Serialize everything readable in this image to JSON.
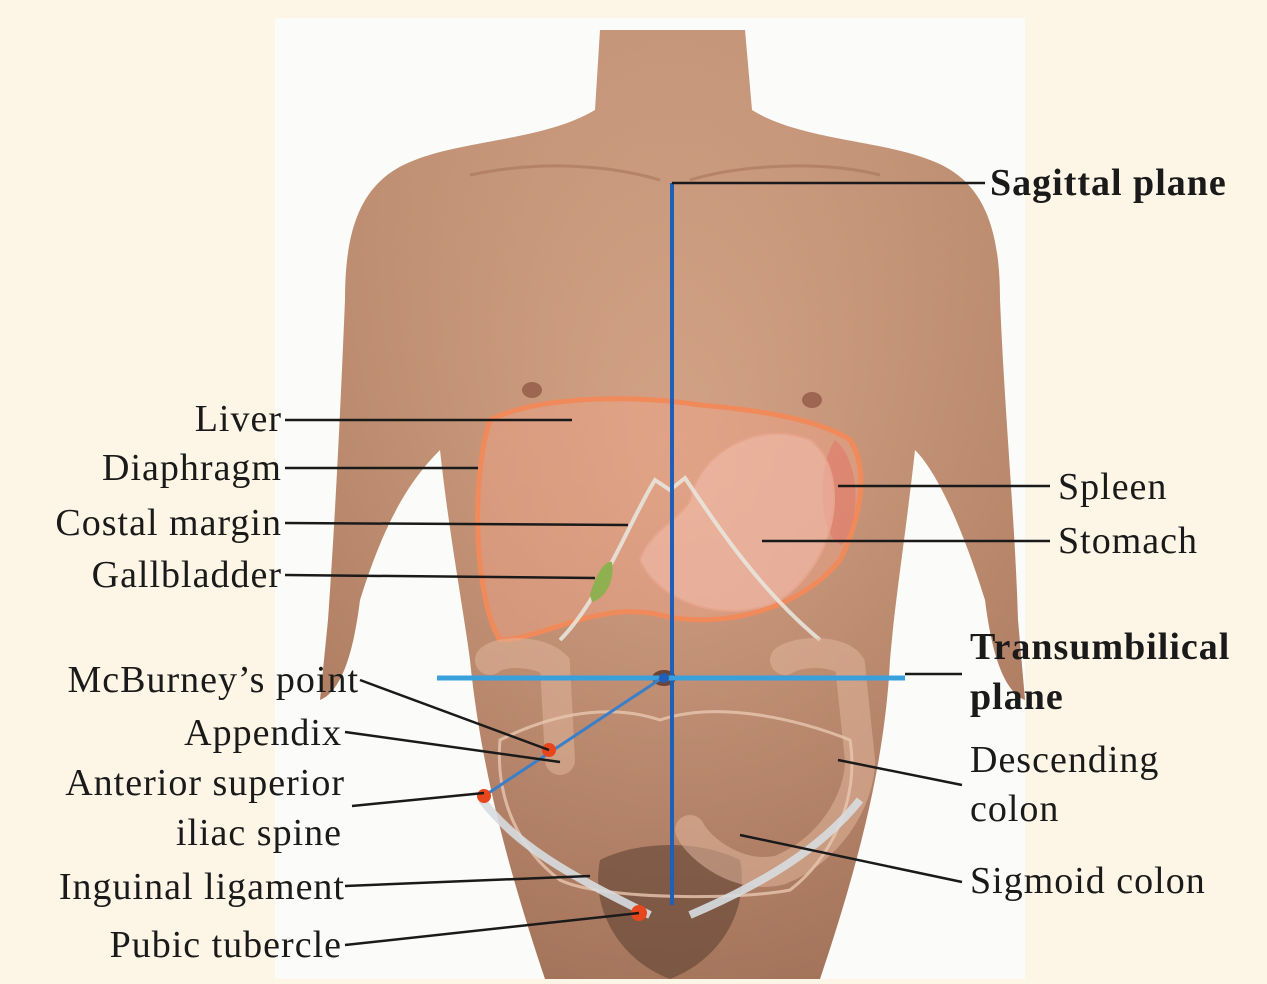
{
  "diagram": {
    "planes": {
      "sagittal": "Sagittal plane",
      "transumbilical_line1": "Transumbilical",
      "transumbilical_line2": "plane"
    },
    "left_labels": {
      "liver": "Liver",
      "diaphragm": "Diaphragm",
      "costal_margin": "Costal margin",
      "gallbladder": "Gallbladder",
      "mcburney": "McBurney’s point",
      "appendix": "Appendix",
      "asis_line1": "Anterior superior",
      "asis_line2": "iliac spine",
      "inguinal": "Inguinal ligament",
      "pubic": "Pubic tubercle"
    },
    "right_labels": {
      "spleen": "Spleen",
      "stomach": "Stomach",
      "descending_line1": "Descending",
      "descending_line2": "colon",
      "sigmoid": "Sigmoid colon"
    },
    "colors": {
      "background": "#fdf6e6",
      "skin": "#c99272",
      "plane_line": "#1f5fb8",
      "transumbilical_line": "#3aa0dc",
      "organ_outline": "#f08a5a",
      "landmark_dot": "#e8461c",
      "gallbladder": "#8fb050",
      "leader_line": "#1a1a1a"
    }
  }
}
